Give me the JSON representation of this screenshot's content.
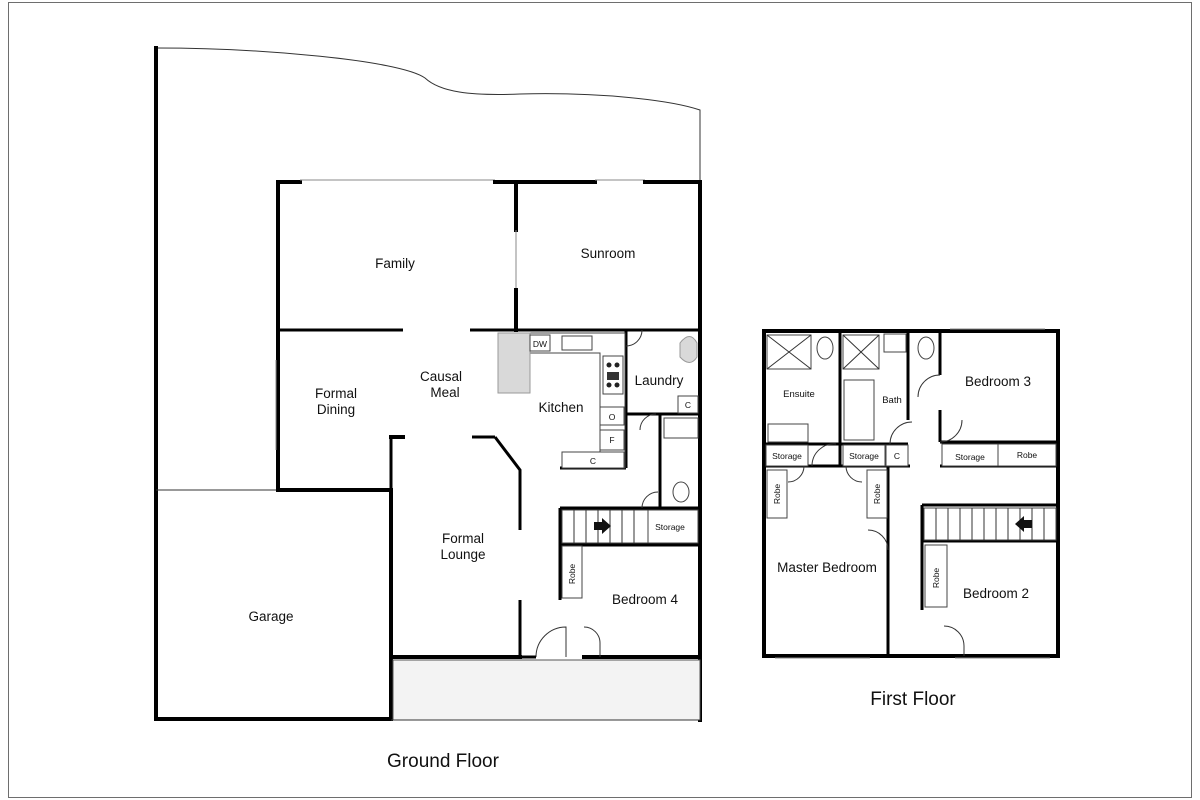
{
  "ground_floor": {
    "label": "Ground Floor",
    "rooms": {
      "family": "Family",
      "sunroom": "Sunroom",
      "formal_dining_1": "Formal",
      "formal_dining_2": "Dining",
      "causal_meal_1": "Causal",
      "causal_meal_2": "Meal",
      "kitchen": "Kitchen",
      "laundry": "Laundry",
      "formal_lounge_1": "Formal",
      "formal_lounge_2": "Lounge",
      "garage": "Garage",
      "bedroom4": "Bedroom 4",
      "robe": "Robe",
      "storage": "Storage"
    },
    "fixtures": {
      "dw": "DW",
      "oven": "O",
      "fridge": "F",
      "cupboard": "C"
    }
  },
  "first_floor": {
    "label": "First Floor",
    "rooms": {
      "ensuite": "Ensuite",
      "bath": "Bath",
      "bedroom3": "Bedroom 3",
      "master_bedroom": "Master Bedroom",
      "bedroom2": "Bedroom 2",
      "storage": "Storage",
      "robe": "Robe"
    },
    "fixtures": {
      "cupboard": "C"
    }
  }
}
